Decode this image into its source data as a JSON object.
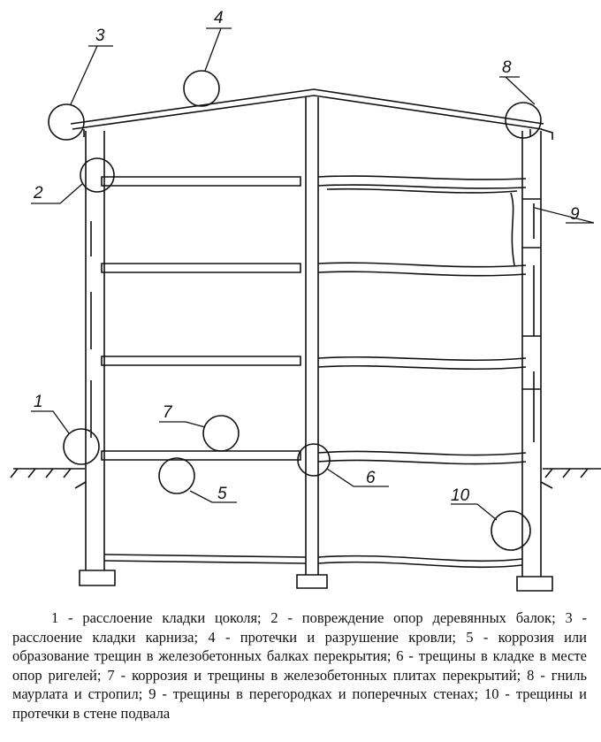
{
  "diagram": {
    "labels": [
      "1",
      "2",
      "3",
      "4",
      "5",
      "6",
      "7",
      "8",
      "9",
      "10"
    ]
  },
  "caption": "1 - расслоение кладки цоколя; 2 - повреждение опор деревянных балок; 3 - расслоение кладки карниза; 4 - протечки и разрушение кровли; 5 - коррозия или образование трещин в железобетонных балках перекрытия; 6 - трещины в кладке в месте опор ригелей; 7 - коррозия и трещины в железобетонных плитах перекрытий; 8 - гниль маурлата и стропил; 9 - трещины в перегородках и поперечных стенах; 10 - трещины и протечки в стене подвала"
}
